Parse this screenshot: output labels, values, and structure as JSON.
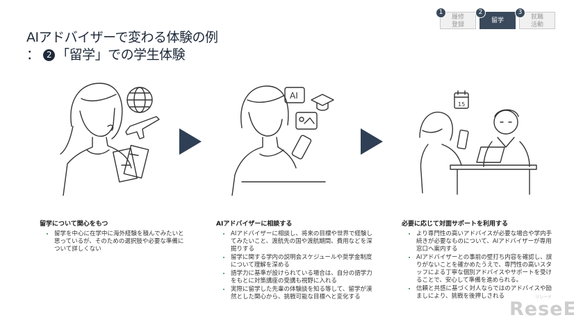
{
  "title": {
    "line1": "AIアドバイザーで変わる体験の例",
    "prefix": "：",
    "number": "2",
    "line2": "「留学」での学生体験"
  },
  "steps": [
    {
      "number": "1",
      "label_line1": "履修",
      "label_line2": "登録",
      "active": false
    },
    {
      "number": "2",
      "label_line1": "留学",
      "label_line2": "",
      "active": true
    },
    {
      "number": "3",
      "label_line1": "就職",
      "label_line2": "活動",
      "active": false
    }
  ],
  "scenes": {
    "s2_ai_label": "AI",
    "s3_calendar_day": "15"
  },
  "columns": [
    {
      "heading": "留学について関心をもつ",
      "items": [
        "留学を中心に在学中に海外経験を積んでみたいと思っているが、そのための選択肢や必要な準備について詳しくない"
      ]
    },
    {
      "heading": "AIアドバイザーに相談する",
      "items": [
        "AIアドバイザーに相談し、将来の目標や世界で経験してみたいこと、渡航先の国や渡航期間、費用などを深掘りする",
        "留学に関する学内の説明会スケジュールや奨学金制度について理解を深める",
        "語学力に基準が設けられている場合は、自分の語学力をもとに対策講座の受講も視野に入れる",
        "実際に留学した先輩の体験談を知る等して、留学が漠然とした関心から、挑戦可能な目標へと変化する"
      ]
    },
    {
      "heading": "必要に応じて対面サポートを利用する",
      "items": [
        "より専門性の高いアドバイスが必要な場合や学内手続きが必要なものについて、AIアドバイザーが専用窓口へ案内する",
        "AIアドバイザーとの事前の壁打ち内容を確認し、誤りがないことを確かめたうえで、専門性の高いスタッフによる丁寧な個別アドバイスやサポートを受けることで、安心して準備を進められる。",
        "信頼と共感に基づく対人ならではのアドバイスや励ましにより、挑戦を後押しされる"
      ]
    }
  ],
  "watermark": {
    "text": "ReseEd",
    "sub": "リシード"
  }
}
